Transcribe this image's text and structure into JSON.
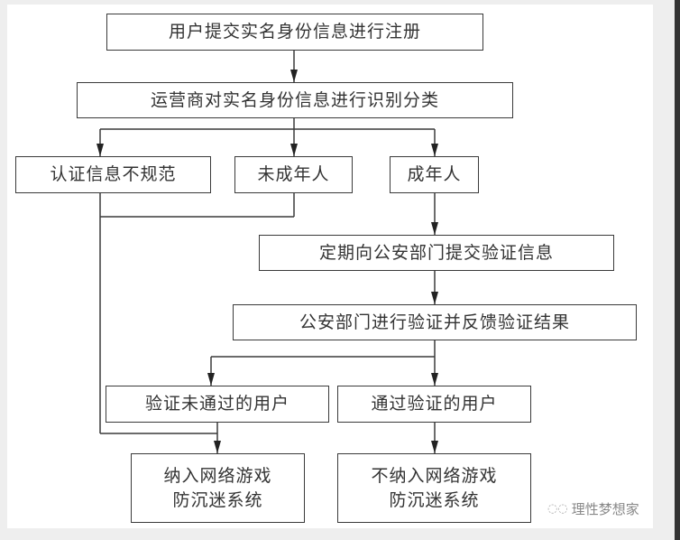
{
  "flowchart": {
    "nodes": [
      {
        "id": "register",
        "label": "用户提交实名身份信息进行注册"
      },
      {
        "id": "classify",
        "label": "运营商对实名身份信息进行识别分类"
      },
      {
        "id": "invalid",
        "label": "认证信息不规范"
      },
      {
        "id": "minor",
        "label": "未成年人"
      },
      {
        "id": "adult",
        "label": "成年人"
      },
      {
        "id": "submit",
        "label": "定期向公安部门提交验证信息"
      },
      {
        "id": "police",
        "label": "公安部门进行验证并反馈验证结果"
      },
      {
        "id": "failed",
        "label": "验证未通过的用户"
      },
      {
        "id": "passed",
        "label": "通过验证的用户"
      },
      {
        "id": "include",
        "label": "纳入网络游戏\n防沉迷系统"
      },
      {
        "id": "exclude",
        "label": "不纳入网络游戏\n防沉迷系统"
      }
    ]
  },
  "watermark": {
    "icon": "wechat-icon",
    "text": "理性梦想家"
  }
}
